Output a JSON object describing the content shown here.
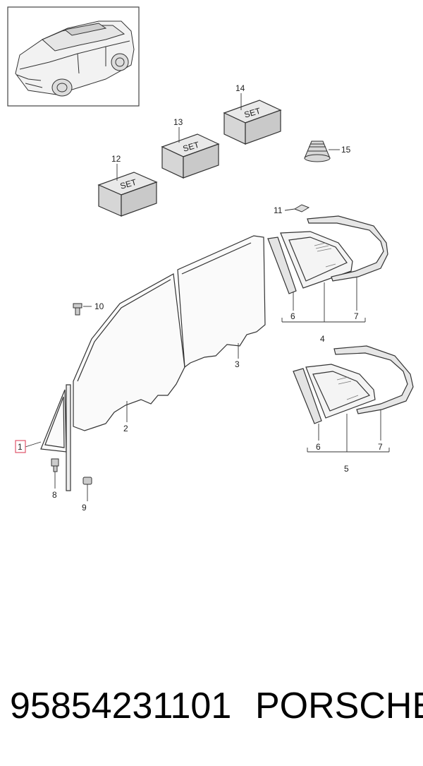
{
  "callouts": {
    "c1": "1",
    "c2": "2",
    "c3": "3",
    "c4": "4",
    "c5": "5",
    "c6a": "6",
    "c6b": "6",
    "c7a": "7",
    "c7b": "7",
    "c8": "8",
    "c9": "9",
    "c10": "10",
    "c11": "11",
    "c12": "12",
    "c13": "13",
    "c14": "14",
    "c15": "15"
  },
  "set_boxes": {
    "box12": "SET",
    "box13": "SET",
    "box14": "SET"
  },
  "footer": {
    "part_number": "95854231101",
    "brand": "PORSCHE"
  },
  "colors": {
    "highlight": "#e0556a",
    "line": "#222222"
  }
}
